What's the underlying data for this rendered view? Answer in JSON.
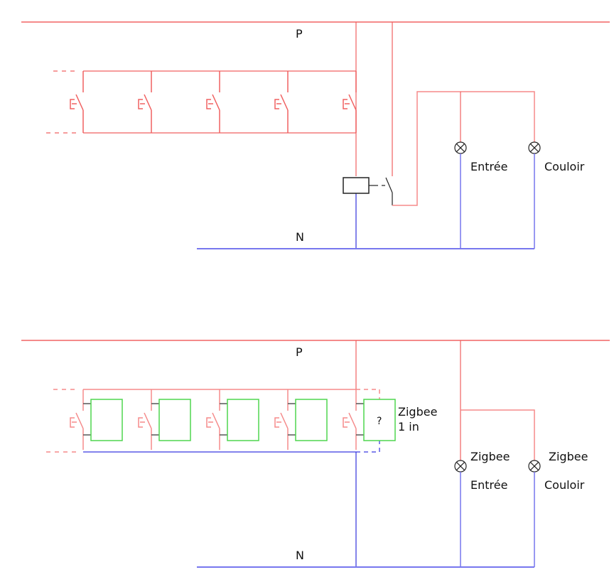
{
  "colors": {
    "phase": "#f06060",
    "phase_light": "#f58a8a",
    "neutral": "#5a5ae6",
    "zigbee_box": "#4fd64f",
    "black": "#222222"
  },
  "diagrams": [
    {
      "id": "before",
      "phase_label": "P",
      "neutral_label": "N",
      "switch_count": 5,
      "lamps": [
        {
          "label": "Entrée"
        },
        {
          "label": "Couloir"
        }
      ]
    },
    {
      "id": "after",
      "phase_label": "P",
      "neutral_label": "N",
      "switch_count": 5,
      "module_unknown_label": "?",
      "module_label_line1": "Zigbee",
      "module_label_line2": "1 in",
      "lamps": [
        {
          "label_top": "Zigbee",
          "label": "Entrée"
        },
        {
          "label_top": "Zigbee",
          "label": "Couloir"
        }
      ]
    }
  ]
}
